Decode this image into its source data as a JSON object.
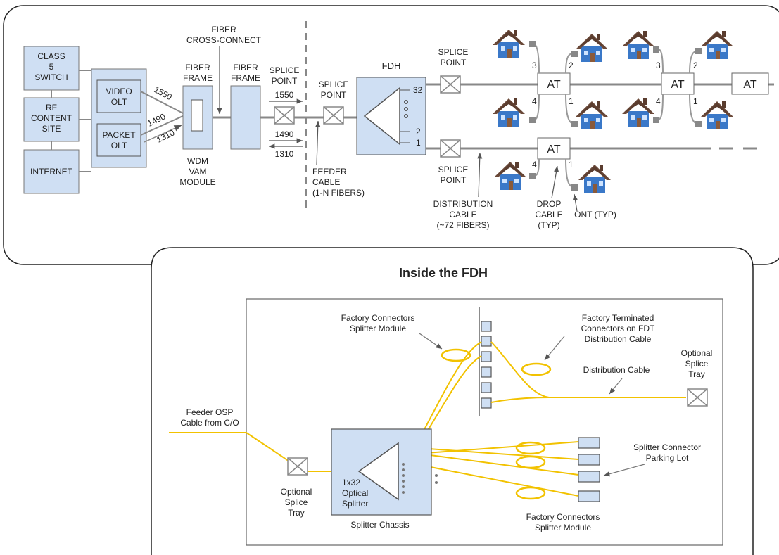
{
  "colors": {
    "box_fill": "#cfdff3",
    "line": "#8a8a8a",
    "fiber": "#f2c200",
    "house_roof": "#6b4a3a",
    "house_wall": "#3a78c8"
  },
  "top": {
    "class5": [
      "CLASS",
      "5",
      "SWITCH"
    ],
    "rf": [
      "RF",
      "CONTENT",
      "SITE"
    ],
    "internet": "INTERNET",
    "video_olt": [
      "VIDEO",
      "OLT"
    ],
    "packet_olt": [
      "PACKET",
      "OLT"
    ],
    "wl1550": "1550",
    "wl1490": "1490",
    "wl1310": "1310",
    "fiber_frame1": [
      "FIBER",
      "FRAME"
    ],
    "fiber_frame2": [
      "FIBER",
      "FRAME"
    ],
    "cross_connect": [
      "FIBER",
      "CROSS-CONNECT"
    ],
    "wdm": [
      "WDM",
      "VAM",
      "MODULE"
    ],
    "splice_point1": [
      "SPLICE",
      "POINT"
    ],
    "sp1550": "1550",
    "sp1490": "1490",
    "sp1310": "1310",
    "splice_point2": [
      "SPLICE",
      "POINT"
    ],
    "feeder": [
      "FEEDER",
      "CABLE",
      "(1-N FIBERS)"
    ],
    "fdh": "FDH",
    "port32": "32",
    "port2": "2",
    "port1": "1",
    "splice_point3": [
      "SPLICE",
      "POINT"
    ],
    "splice_point4": [
      "SPLICE",
      "POINT"
    ],
    "distribution": [
      "DISTRIBUTION",
      "CABLE",
      "(~72 FIBERS)"
    ],
    "drop": [
      "DROP",
      "CABLE",
      "(TYP)"
    ],
    "ont": "ONT (TYP)",
    "at": "AT",
    "port_labels": [
      "3",
      "4",
      "2",
      "1",
      "3",
      "4",
      "2",
      "1",
      "4",
      "1"
    ]
  },
  "bottom": {
    "title": "Inside the FDH",
    "factory_conn_top": [
      "Factory Connectors",
      "Splitter Module"
    ],
    "factory_term": [
      "Factory Terminated",
      "Connectors on FDT",
      "Distribution Cable"
    ],
    "dist_cable": "Distribution Cable",
    "opt_splice_right": [
      "Optional",
      "Splice",
      "Tray"
    ],
    "feeder_osp": [
      "Feeder OSP",
      "Cable from C/O"
    ],
    "opt_splice_left": [
      "Optional",
      "Splice",
      "Tray"
    ],
    "splitter": [
      "1x32",
      "Optical",
      "Splitter"
    ],
    "splitter_chassis": "Splitter Chassis",
    "parking_lot": [
      "Splitter Connector",
      "Parking Lot"
    ],
    "factory_conn_bottom": [
      "Factory Connectors",
      "Splitter Module"
    ]
  }
}
